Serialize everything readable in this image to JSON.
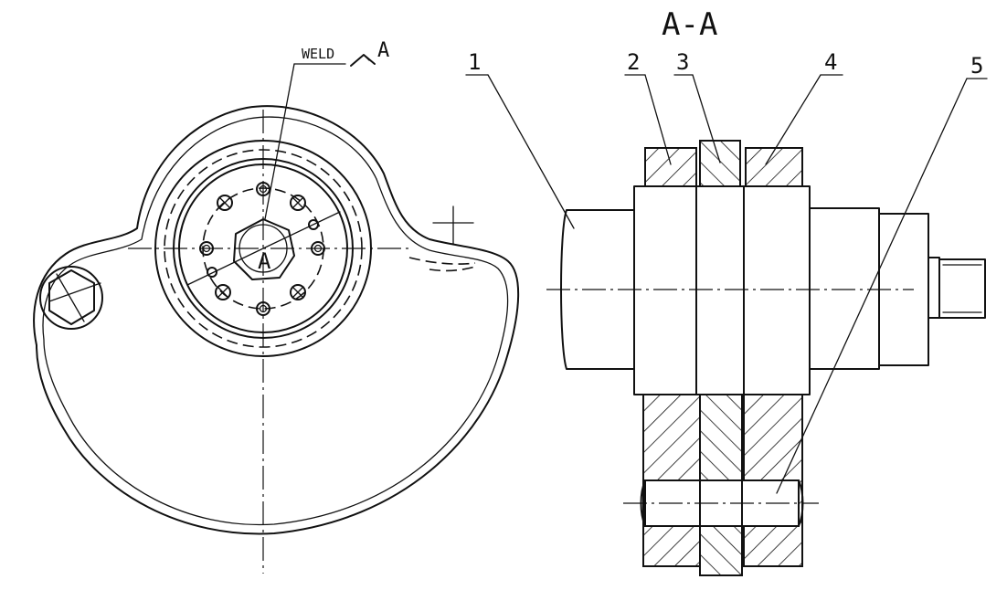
{
  "section_title": "A-A",
  "weld_label": "WELD",
  "section_marker": "A",
  "center_marker": "A",
  "part_numbers": [
    "1",
    "2",
    "3",
    "4",
    "5"
  ]
}
